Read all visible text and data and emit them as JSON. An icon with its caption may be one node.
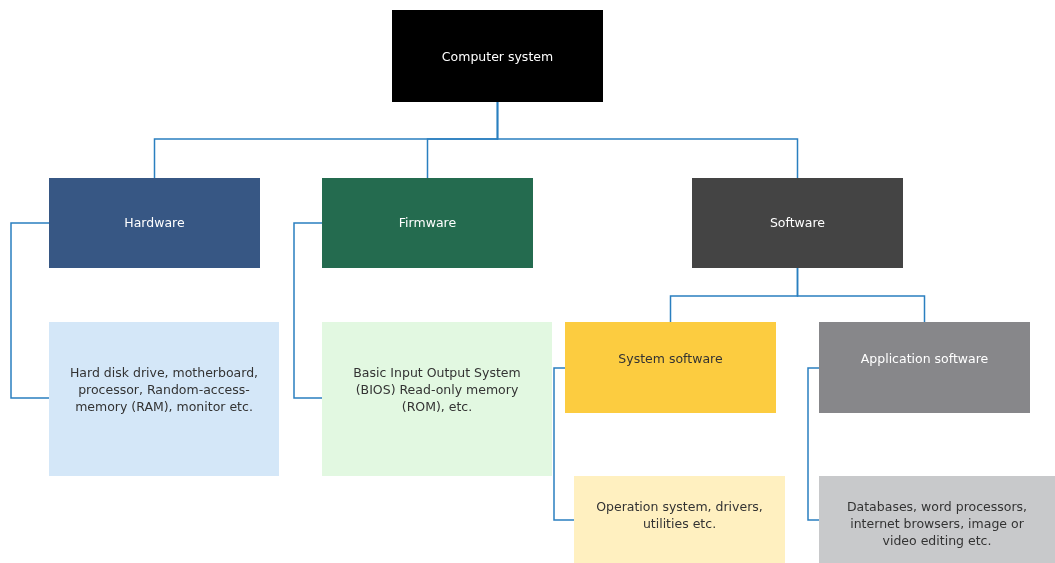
{
  "diagram": {
    "nodes": [
      {
        "text": [
          "Computer system"
        ]
      },
      {
        "text": [
          "Hardware"
        ]
      },
      {
        "text": [
          "Firmware"
        ]
      },
      {
        "text": [
          "Software"
        ]
      },
      {
        "text": [
          "Hard disk drive, motherboard, processor, Random-access-memory (RAM), monitor etc."
        ]
      },
      {
        "text": [
          "Basic Input Output System (BIOS) Read-only memory (ROM), etc."
        ]
      },
      {
        "text": [
          "System software"
        ]
      },
      {
        "text": [
          "Application software"
        ]
      },
      {
        "text": [
          "Operation system, drivers, utilities etc."
        ]
      },
      {
        "text": [
          "Databases, word processors, internet browsers, image or video editing etc."
        ]
      }
    ],
    "edges": [
      {
        "from": 0,
        "to": 1,
        "arrow": "none"
      },
      {
        "from": 0,
        "to": 2,
        "arrow": "none"
      },
      {
        "from": 0,
        "to": 3,
        "arrow": "none"
      },
      {
        "from": 1,
        "to": 4,
        "arrow": "none"
      },
      {
        "from": 2,
        "to": 5,
        "arrow": "none"
      },
      {
        "from": 3,
        "to": 6,
        "arrow": "none"
      },
      {
        "from": 3,
        "to": 7,
        "arrow": "none"
      },
      {
        "from": 6,
        "to": 8,
        "arrow": "none"
      },
      {
        "from": 7,
        "to": 9,
        "arrow": "none"
      }
    ]
  }
}
